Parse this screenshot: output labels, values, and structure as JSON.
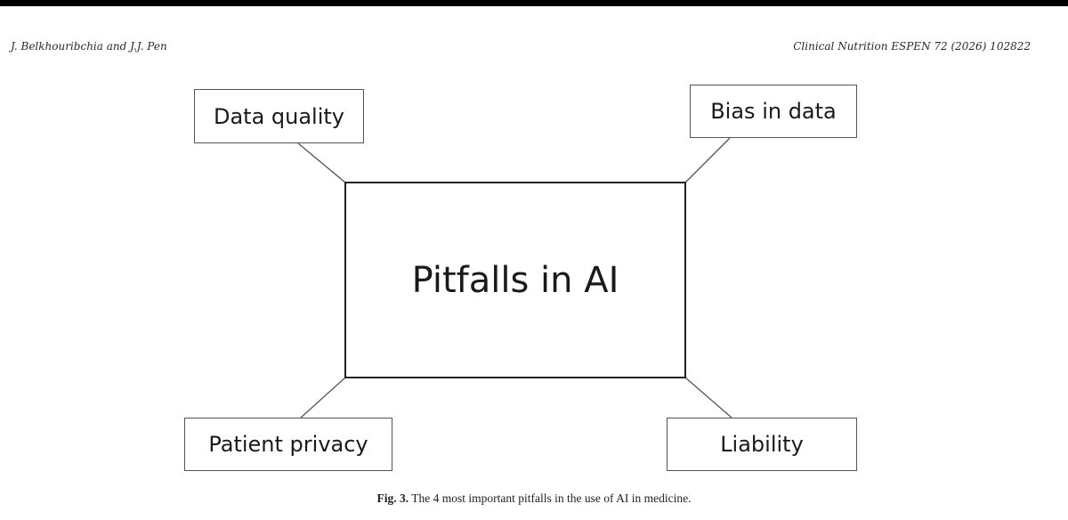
{
  "header": {
    "authors": "J. Belkhouribchia and J.J. Pen",
    "journal_citation": "Clinical Nutrition ESPEN 72 (2026) 102822"
  },
  "diagram": {
    "center_label": "Pitfalls in AI",
    "pitfalls": {
      "top_left": "Data quality",
      "top_right": "Bias in data",
      "bottom_left": "Patient privacy",
      "bottom_right": "Liability"
    }
  },
  "caption": {
    "label": "Fig. 3.",
    "text": "The 4 most important pitfalls in the use of AI in medicine."
  }
}
